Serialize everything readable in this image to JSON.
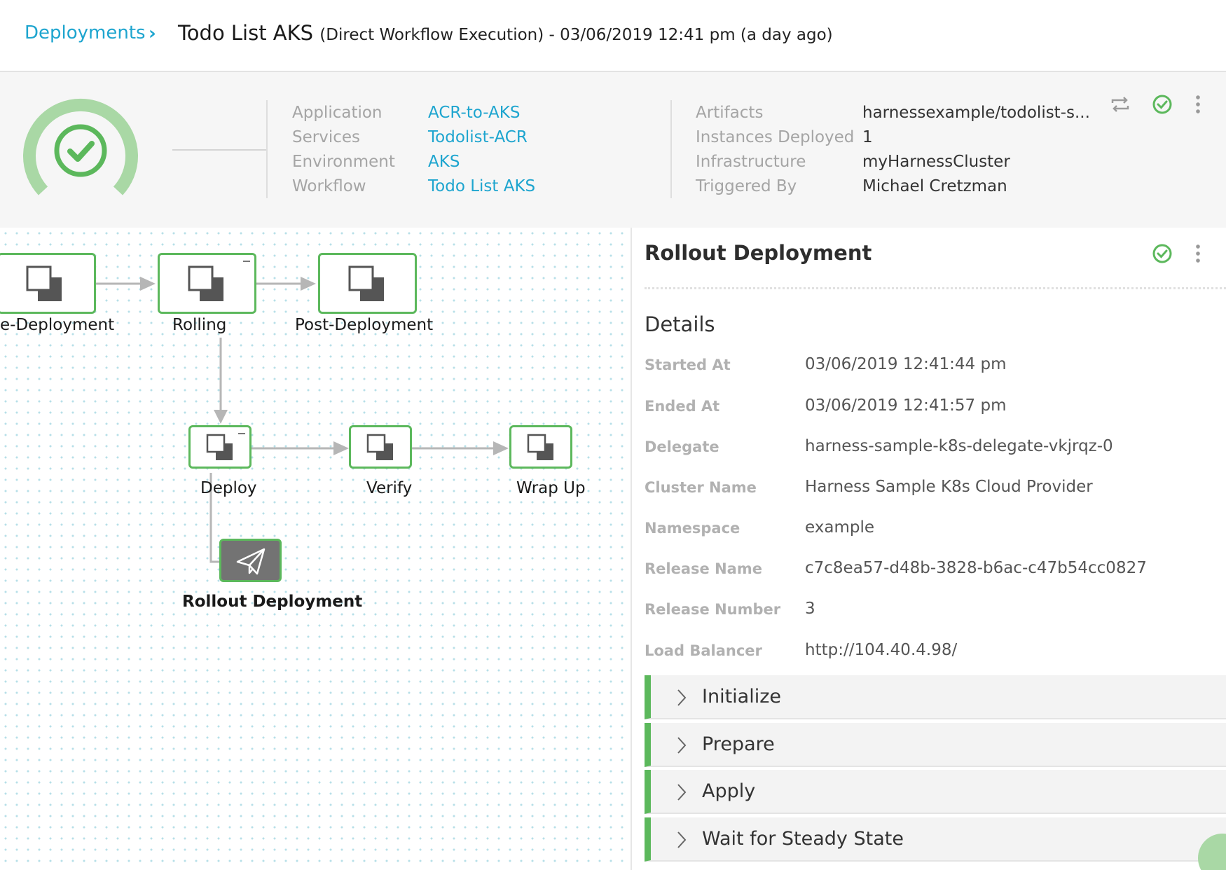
{
  "header": {
    "breadcrumb_root": "Deployments",
    "title": "Todo List AKS",
    "subtitle": "(Direct Workflow Execution) - 03/06/2019 12:41 pm (a day ago)"
  },
  "summary": {
    "left": [
      {
        "label": "Application",
        "value": "ACR-to-AKS"
      },
      {
        "label": "Services",
        "value": "Todolist-ACR"
      },
      {
        "label": "Environment",
        "value": "AKS"
      },
      {
        "label": "Workflow",
        "value": "Todo List AKS"
      }
    ],
    "right": [
      {
        "label": "Artifacts",
        "value": "harnessexample/todolist-s..."
      },
      {
        "label": "Instances Deployed",
        "value": "1"
      },
      {
        "label": "Infrastructure",
        "value": "myHarnessCluster"
      },
      {
        "label": "Triggered By",
        "value": "Michael Cretzman"
      }
    ]
  },
  "graph": {
    "nodes": [
      {
        "label": "e-Deployment"
      },
      {
        "label": "Rolling"
      },
      {
        "label": "Post-Deployment"
      },
      {
        "label": "Deploy"
      },
      {
        "label": "Verify"
      },
      {
        "label": "Wrap Up"
      },
      {
        "label": "Rollout Deployment"
      }
    ]
  },
  "detail": {
    "title": "Rollout Deployment",
    "section": "Details",
    "rows": [
      {
        "label": "Started At",
        "value": "03/06/2019 12:41:44 pm"
      },
      {
        "label": "Ended At",
        "value": "03/06/2019 12:41:57 pm"
      },
      {
        "label": "Delegate",
        "value": "harness-sample-k8s-delegate-vkjrqz-0"
      },
      {
        "label": "Cluster Name",
        "value": "Harness Sample K8s Cloud Provider"
      },
      {
        "label": "Namespace",
        "value": "example"
      },
      {
        "label": "Release Name",
        "value": "c7c8ea57-d48b-3828-b6ac-c47b54cc0827"
      },
      {
        "label": "Release Number",
        "value": "3"
      },
      {
        "label": "Load Balancer",
        "value": "http://104.40.4.98/"
      }
    ],
    "steps": [
      "Initialize",
      "Prepare",
      "Apply",
      "Wait for Steady State"
    ]
  },
  "colors": {
    "accent": "#1ea5cf",
    "success": "#5cb85c",
    "gauge": "#a9d8a5"
  },
  "icons": [
    "chevron-right-icon",
    "success-check-icon",
    "rerun-icon",
    "more-vertical-icon",
    "phase-icon",
    "paper-plane-icon",
    "chevron-right-small-icon"
  ]
}
